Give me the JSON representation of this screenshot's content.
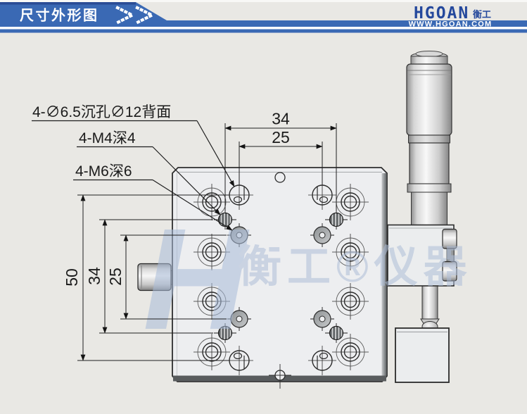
{
  "header": {
    "title": "尺寸外形图",
    "logo_text": "HGOAN",
    "logo_cjk": "衡工",
    "website": "WWW.HGOAN.COM"
  },
  "drawing": {
    "labels": {
      "counterbore": "4-∅6.5沉孔∅12背面",
      "m4": "4-M4深4",
      "m6": "4-M6深6"
    },
    "dimensions": {
      "top_outer": "34",
      "top_inner": "25",
      "left_outer": "50",
      "left_middle": "34",
      "left_inner": "25"
    },
    "watermark": {
      "h": "H",
      "text": "衡工®仪器"
    },
    "accent_blue": "#3a69b4",
    "navy": "#24489c"
  }
}
